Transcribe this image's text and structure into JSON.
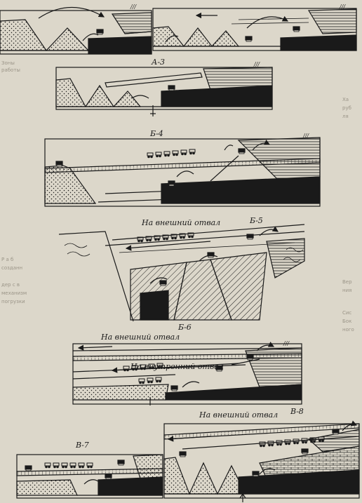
{
  "figure_labels": {
    "a3": "А-3",
    "b4": "Б-4",
    "b5": "Б-5",
    "b6": "Б-6",
    "v7": "В-7",
    "v8": "В-8"
  },
  "annotations": {
    "external_dump_b5": "На внешний отвал",
    "external_dump_b6": "На внешний отвал",
    "internal_dump_b6": "На внутренний отвал",
    "external_dump_v8": "На внешний отвал"
  },
  "bleed_through_text": {
    "left": [
      "Зоны",
      "работы",
      "Р а б",
      "созданн",
      "дер с в",
      "механизм",
      "погрузки"
    ],
    "right": [
      "Ха",
      "руб",
      "ля",
      "Вер",
      "ния",
      "Сис",
      "Бок",
      "ного"
    ]
  },
  "colors": {
    "ink": "#1a1a1a",
    "paper": "#dcd7ca"
  }
}
